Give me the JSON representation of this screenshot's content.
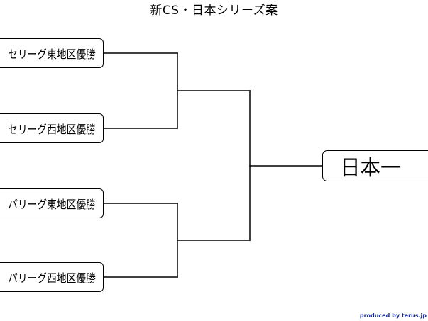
{
  "title": "新CS・日本シリーズ案",
  "teams": [
    "セリーグ東地区優勝",
    "セリーグ西地区優勝",
    "パリーグ東地区優勝",
    "パリーグ西地区優勝"
  ],
  "champion": "日本一",
  "credit": "produced by terus.jp"
}
